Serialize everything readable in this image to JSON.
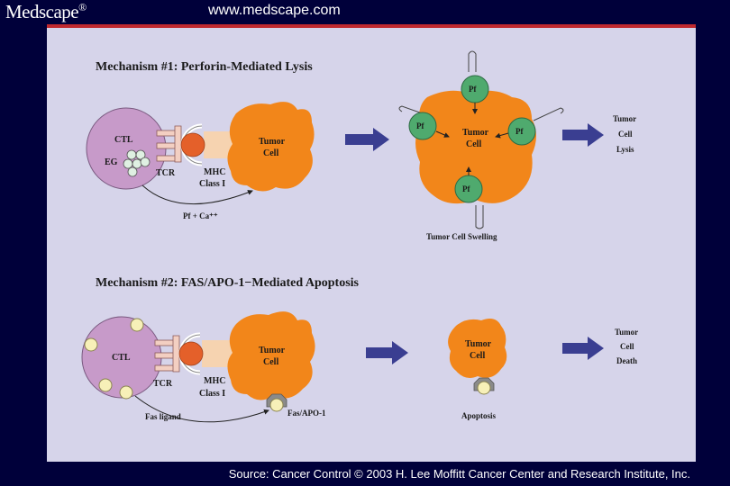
{
  "header": {
    "logo_text": "Medscape",
    "logo_mark": "®",
    "url": "www.medscape.com"
  },
  "footer": {
    "source": "Source: Cancer Control © 2003 H. Lee Moffitt Cancer Center and Research Institute, Inc."
  },
  "mechanism1": {
    "title": "Mechanism #1: Perforin-Mediated Lysis",
    "ctl": "CTL",
    "eg": "EG",
    "tcr": "TCR",
    "mhc": "MHC",
    "class": "Class I",
    "tumor": "Tumor",
    "cell": "Cell",
    "pf": "Pf",
    "secretion": "Pf   + Ca⁺⁺",
    "swelling": "Tumor Cell Swelling",
    "outcome": [
      "Tumor",
      "Cell",
      "Lysis"
    ]
  },
  "mechanism2": {
    "title": "Mechanism #2: FAS/APO-1−Mediated Apoptosis",
    "ctl": "CTL",
    "tcr": "TCR",
    "mhc": "MHC",
    "class": "Class I",
    "tumor": "Tumor",
    "cell": "Cell",
    "fas_ligand": "Fas ligand",
    "fas_receptor": "Fas/APO-1",
    "apoptosis": "Apoptosis",
    "outcome": [
      "Tumor",
      "Cell",
      "Death"
    ]
  },
  "colors": {
    "background": "#00003a",
    "panel": "#d6d4ea",
    "accent_line": "#c0292f",
    "ctl": "#c79ac9",
    "tumor": "#f2861a",
    "perforin": "#4faa6e",
    "mhc_ball": "#e4602a",
    "granule": "#f7f0b8",
    "arrow": "#3a3e91"
  }
}
